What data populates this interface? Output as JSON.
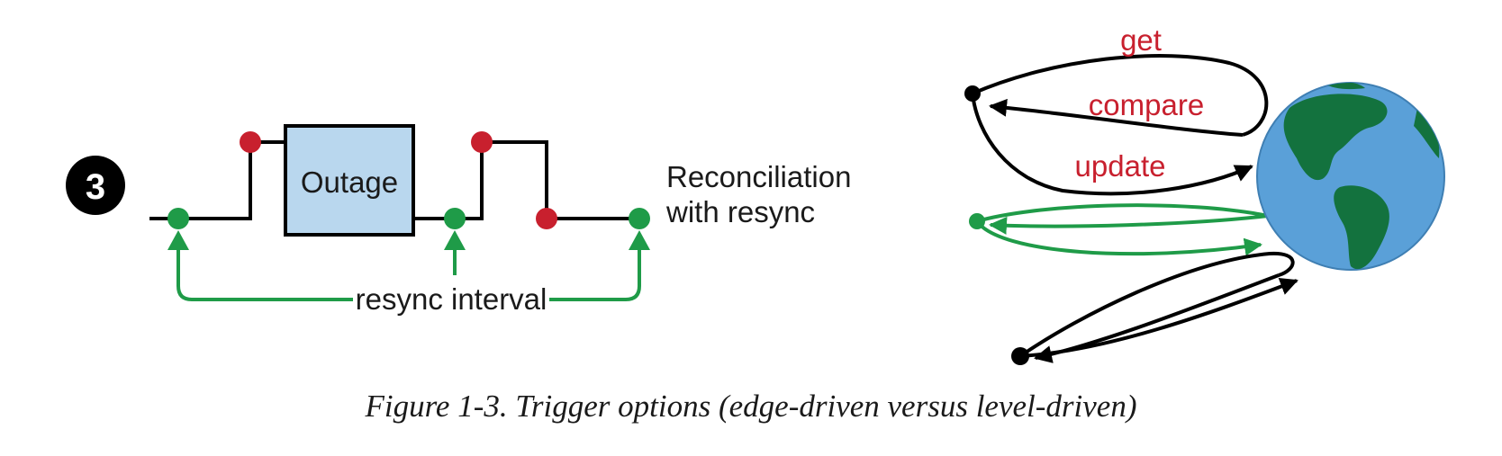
{
  "step_badge": "3",
  "timeline": {
    "box_label": "Outage",
    "side_label_line1": "Reconciliation",
    "side_label_line2": "with resync",
    "interval_label": "resync interval"
  },
  "loop": {
    "get_label": "get",
    "compare_label": "compare",
    "update_label": "update"
  },
  "caption": "Figure 1-3. Trigger options (edge-driven versus level-driven)",
  "colors": {
    "black": "#000000",
    "red": "#c8202e",
    "green": "#1f9b48",
    "box_fill": "#b9d7ee",
    "ocean": "#5aa0d8",
    "land": "#13723e"
  }
}
